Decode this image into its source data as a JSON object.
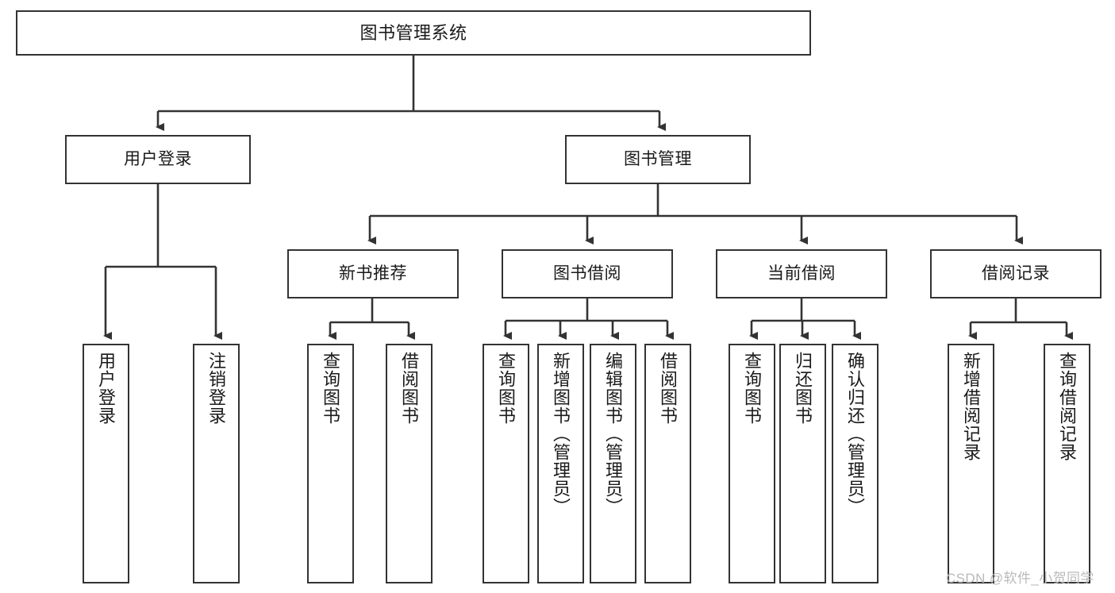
{
  "diagram": {
    "title": "图书管理系统",
    "type": "tree-hierarchy-functional-structure-chart",
    "colors": {
      "node_border": "#333333",
      "node_fill": "#ffffff",
      "edge": "#333333",
      "text": "#1a1a1a",
      "background": "#ffffff",
      "watermark": "#b9b9b9"
    },
    "nodes": {
      "root": {
        "label": "图书管理系统"
      },
      "level2": {
        "user_login": "用户登录",
        "book_manage": "图书管理"
      },
      "level3": {
        "new_book_rec": "新书推荐",
        "book_borrow": "图书借阅",
        "current_borrow": "当前借阅",
        "borrow_record": "借阅记录"
      },
      "leaves": {
        "user_login_1": "用户登录",
        "user_login_2": "注销登录",
        "new_book_rec_1": "查询图书",
        "new_book_rec_2": "借阅图书",
        "book_borrow_1": "查询图书",
        "book_borrow_2": "新增图书（管理员）",
        "book_borrow_3": "编辑图书（管理员）",
        "book_borrow_4": "借阅图书",
        "current_borrow_1": "查询图书",
        "current_borrow_2": "归还图书",
        "current_borrow_3": "确认归还（管理员）",
        "borrow_record_1": "新增借阅记录",
        "borrow_record_2": "查询借阅记录"
      }
    },
    "watermark": "CSDN @软件_小贺同学"
  }
}
